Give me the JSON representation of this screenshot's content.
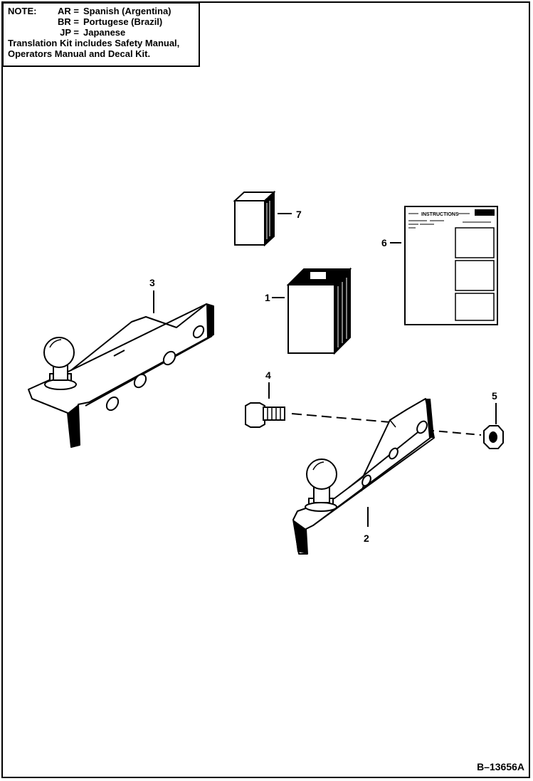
{
  "note": {
    "label": "NOTE:",
    "codes": [
      {
        "code": "AR =",
        "language": "Spanish (Argentina)"
      },
      {
        "code": "BR =",
        "language": "Portugese (Brazil)"
      },
      {
        "code": "JP =",
        "language": "Japanese"
      }
    ],
    "kit_line_1": "Translation Kit includes Safety Manual,",
    "kit_line_2": "Operators Manual and Decal Kit."
  },
  "callouts": {
    "p1": "1",
    "p2": "2",
    "p3": "3",
    "p4": "4",
    "p5": "5",
    "p6": "6",
    "p7": "7"
  },
  "instruction_sheet": {
    "heading": "INSTRUCTIONS"
  },
  "figure_id": "B–13656A"
}
